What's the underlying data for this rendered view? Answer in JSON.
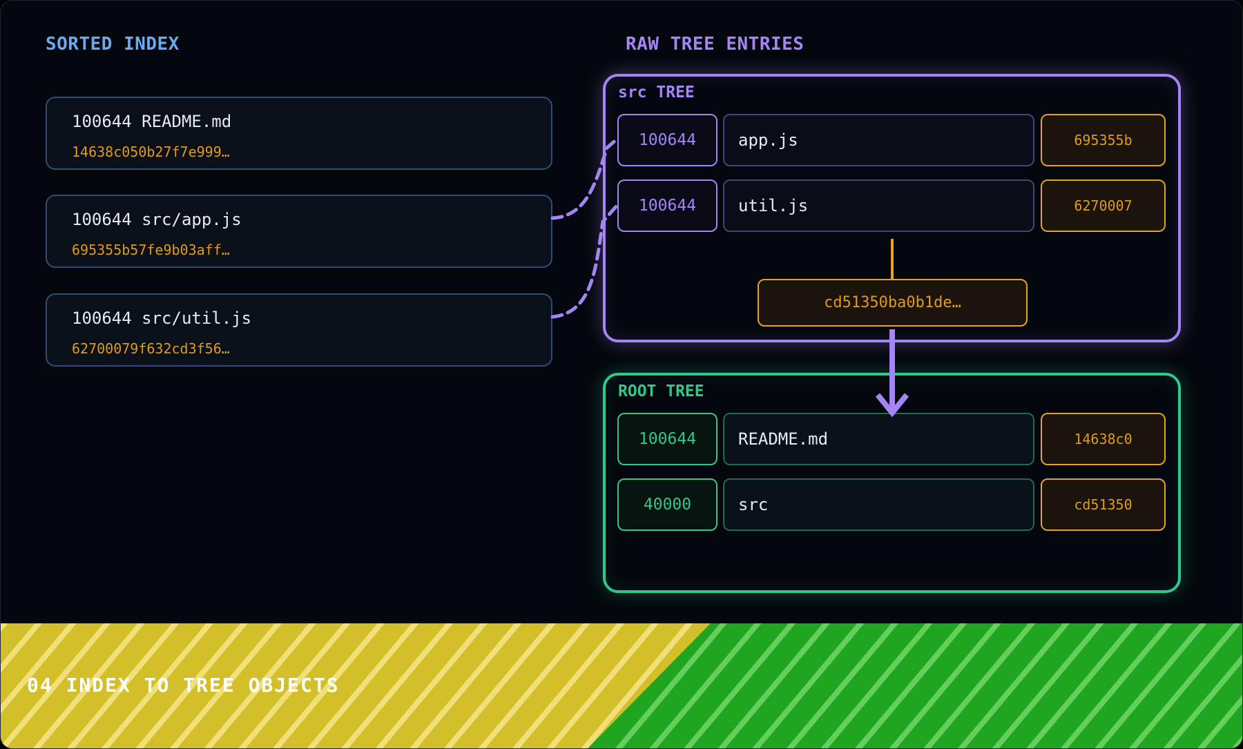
{
  "left_panel": {
    "title": "SORTED INDEX",
    "entries": [
      {
        "path": "100644 README.md",
        "hash": "14638c050b27f7e999…"
      },
      {
        "path": "100644 src/app.js",
        "hash": "695355b57fe9b03aff…"
      },
      {
        "path": "100644 src/util.js",
        "hash": "62700079f632cd3f56…"
      }
    ]
  },
  "right_panel": {
    "title": "RAW TREE ENTRIES",
    "src_tree": {
      "label": "src TREE",
      "rows": [
        {
          "mode": "100644",
          "name": "app.js",
          "hash": "695355b"
        },
        {
          "mode": "100644",
          "name": "util.js",
          "hash": "6270007"
        }
      ],
      "tree_hash": "cd51350ba0b1de…"
    },
    "root_tree": {
      "label": "ROOT TREE",
      "rows": [
        {
          "mode": "100644",
          "name": "README.md",
          "hash": "14638c0"
        },
        {
          "mode": "40000",
          "name": "src",
          "hash": "cd51350"
        }
      ]
    }
  },
  "footer": {
    "title": "04 INDEX TO TREE OBJECTS"
  },
  "colors": {
    "background": "#04070d",
    "index_title": "#6aaaf0",
    "raw_title": "#a584f5",
    "src_tree": "#a584f5",
    "root_tree": "#2fc98b",
    "hash": "#e29a1a",
    "footer_left": "#d2bf2a",
    "footer_right": "#1fa51f"
  }
}
